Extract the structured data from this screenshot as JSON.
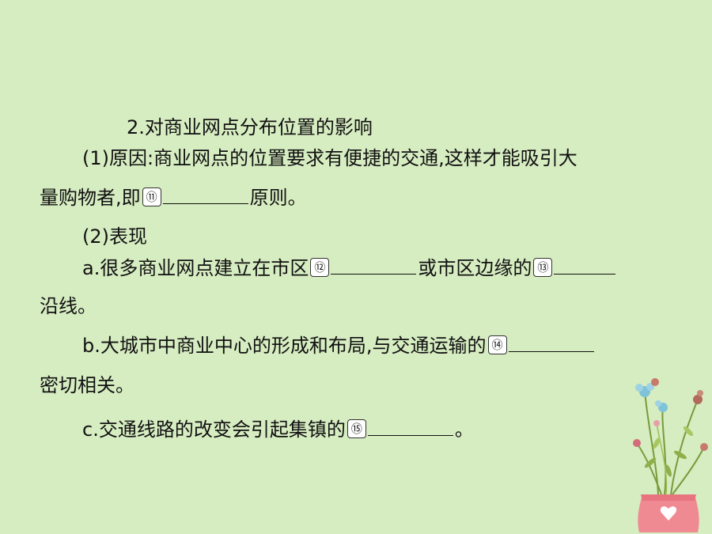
{
  "slide": {
    "heading": "2.对商业网点分布位置的影响",
    "reason_line1": "(1)原因:商业网点的位置要求有便捷的交通,这样才能吸引大",
    "reason_line2_pre": "量购物者,即",
    "reason_num": "⑪",
    "reason_line2_post": "原则。",
    "manifest": "(2)表现",
    "a_pre": "a.很多商业网点建立在市区",
    "a_num1": "⑫",
    "a_mid": "或市区边缘的",
    "a_num2": "⑬",
    "a_post": "沿线。",
    "b_pre": "b.大城市中商业中心的形成和布局,与交通运输的",
    "b_num": "⑭",
    "b_post": "密切相关。",
    "c_pre": "c.交通线路的改变会引起集镇的",
    "c_num": "⑮",
    "c_post": "。"
  },
  "colors": {
    "background": "#d6ecc1",
    "text": "#111111",
    "vase": "#f08a92",
    "flower_blue": "#7fc3d8"
  },
  "icons": {
    "decoration": "flower-vase-icon"
  }
}
